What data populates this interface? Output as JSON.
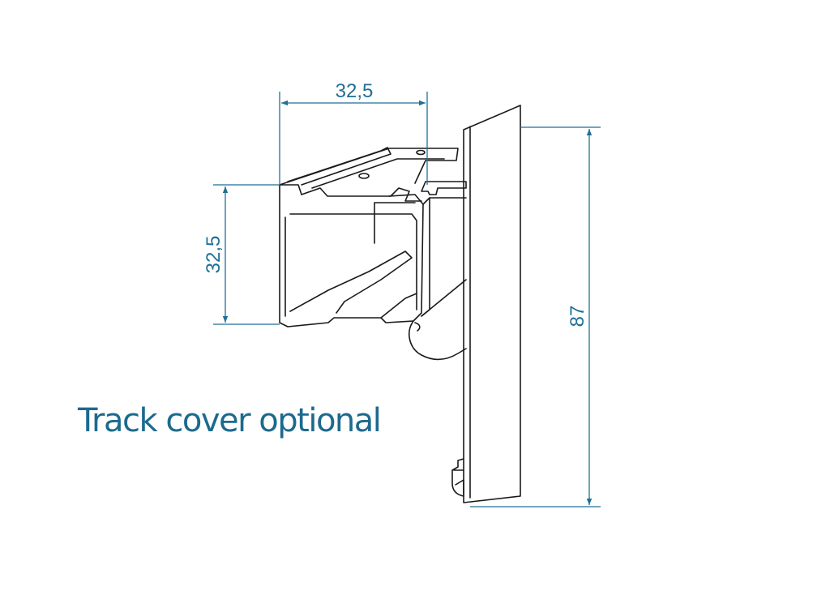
{
  "dimensions": {
    "top_width": "32,5",
    "left_height": "32,5",
    "right_height": "87"
  },
  "caption": "Track cover optional",
  "colors": {
    "dimension": "#1f6f96",
    "outline": "#1a1a1a",
    "caption": "#1c6a8e"
  }
}
